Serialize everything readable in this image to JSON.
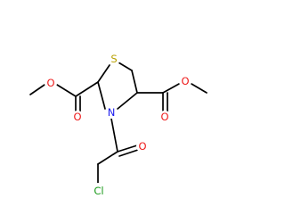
{
  "molecule": {
    "atoms": {
      "sulfur": {
        "label": "S",
        "color": "#b8a000"
      },
      "nitrogen": {
        "label": "N",
        "color": "#1a1aee"
      },
      "o_left_ether": {
        "label": "O",
        "color": "#ee1a1a"
      },
      "o_left_carbonyl": {
        "label": "O",
        "color": "#ee1a1a"
      },
      "o_right_ether": {
        "label": "O",
        "color": "#ee1a1a"
      },
      "o_right_carbonyl": {
        "label": "O",
        "color": "#ee1a1a"
      },
      "o_acyl": {
        "label": "O",
        "color": "#ee1a1a"
      },
      "chlorine": {
        "label": "Cl",
        "color": "#1a9a1a"
      }
    },
    "bond_color": "#000000"
  }
}
